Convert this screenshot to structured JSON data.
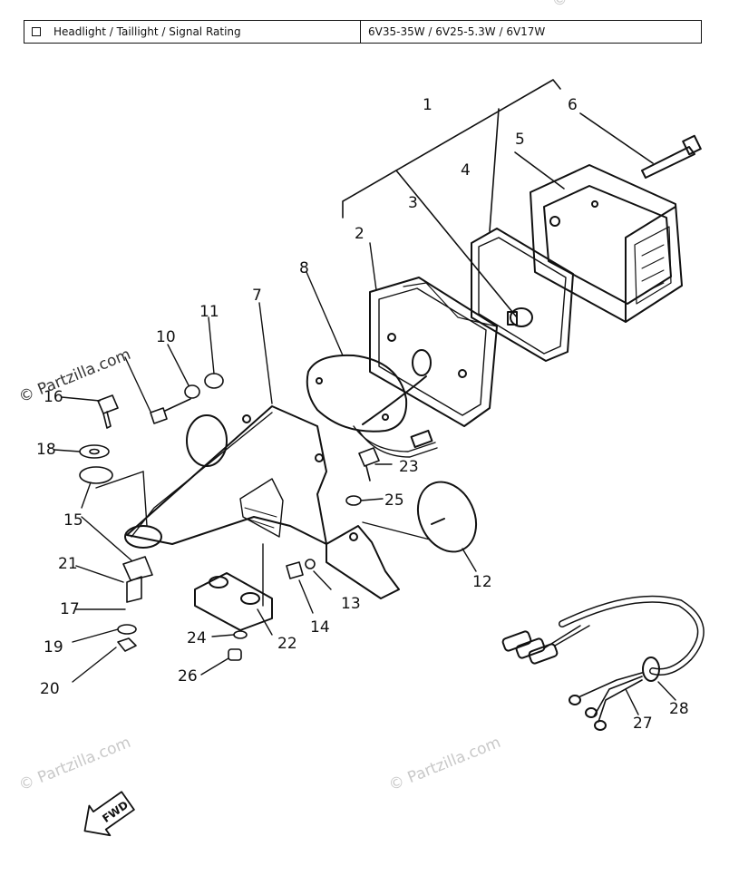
{
  "spec_table": {
    "label": "Headlight / Taillight / Signal Rating",
    "value": "6V35-35W / 6V25-5.3W / 6V17W"
  },
  "watermarks": {
    "top": "© Partzilla.com",
    "mid": "© Partzilla.com",
    "bottom_left": "© Partzilla.com",
    "bottom_right": "© Partzilla.com"
  },
  "callouts": {
    "n1": "1",
    "n2": "2",
    "n3": "3",
    "n4": "4",
    "n5": "5",
    "n6": "6",
    "n7": "7",
    "n8": "8",
    "n10": "10",
    "n11": "11",
    "n12": "12",
    "n13": "13",
    "n14": "14",
    "n15": "15",
    "n16": "16",
    "n17": "17",
    "n18": "18",
    "n19": "19",
    "n20": "20",
    "n21": "21",
    "n22": "22",
    "n23": "23",
    "n24": "24",
    "n25": "25",
    "n26": "26",
    "n27": "27",
    "n28": "28"
  },
  "fwd_marker": {
    "label": "FWD"
  }
}
